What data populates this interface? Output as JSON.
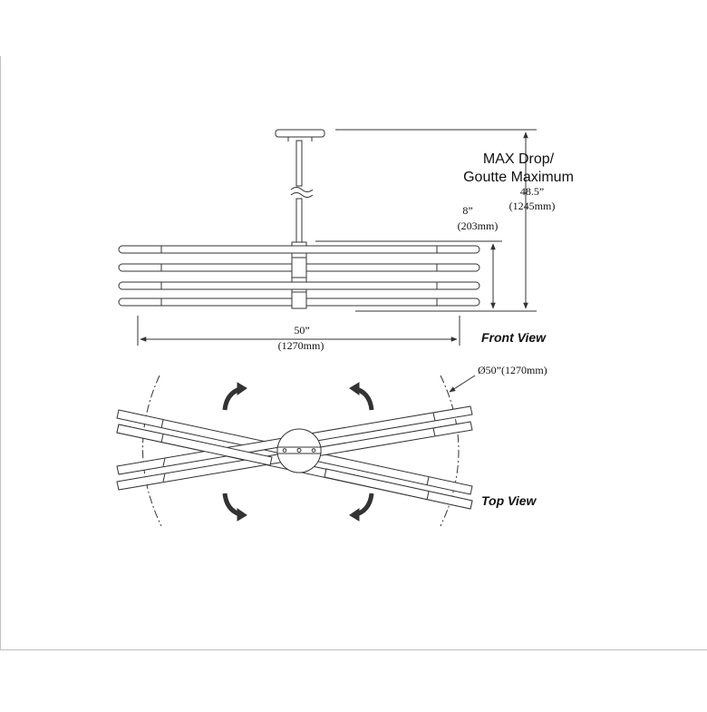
{
  "labels": {
    "max_drop_line1": "MAX Drop/",
    "max_drop_line2": "Goutte Maximum",
    "max_drop_in": "48.5”",
    "max_drop_mm": "(1245mm)",
    "height_in": "8”",
    "height_mm": "(203mm)",
    "width_in": "50”",
    "width_mm": "(1270mm)",
    "front_view": "Front View",
    "top_view": "Top View",
    "diameter": "Ø50”(1270mm)"
  },
  "colors": {
    "line": "#333333",
    "frame": "#bfbfbf",
    "background": "#ffffff"
  }
}
